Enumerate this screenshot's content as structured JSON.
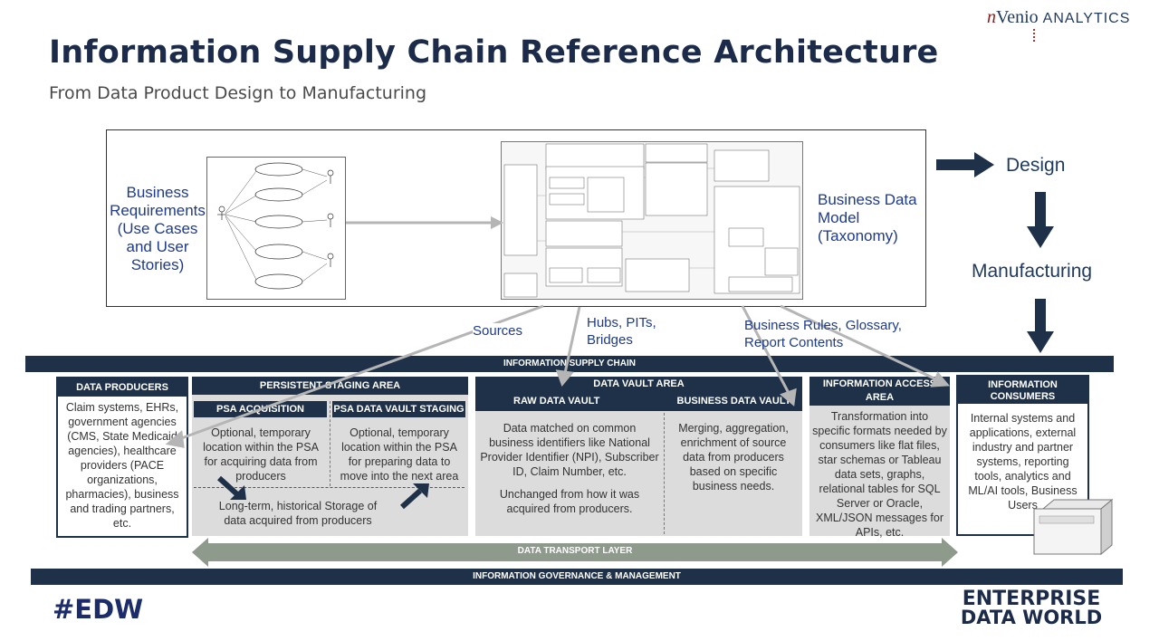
{
  "brand": {
    "prefix": "n",
    "name": "Venio",
    "suffix": "Analytics"
  },
  "title": "Information Supply Chain Reference Architecture",
  "subtitle": "From Data Product Design to Manufacturing",
  "diagram": {
    "business_requirements": [
      "Business",
      "Requirements",
      "(Use Cases",
      "and User",
      "Stories)"
    ],
    "business_data_model": [
      "Business Data",
      "Model",
      "(Taxonomy)"
    ],
    "flow_right": {
      "design": "Design",
      "manufacturing": "Manufacturing"
    },
    "arrow_labels": {
      "sources": "Sources",
      "hubs": [
        "Hubs, PITs,",
        "Bridges"
      ],
      "rules": [
        "Business Rules, Glossary,",
        "Report Contents"
      ]
    }
  },
  "bars": {
    "supply_chain": "INFORMATION  SUPPLY CHAIN",
    "transport": "DATA TRANSPORT LAYER",
    "governance": "INFORMATION GOVERNANCE & MANAGEMENT"
  },
  "producers": {
    "header": "DATA PRODUCERS",
    "text": "Claim systems, EHRs, government agencies (CMS, State Medicaid agencies), healthcare providers (PACE organizations, pharmacies), business and trading partners, etc."
  },
  "psa": {
    "header": "PERSISTENT STAGING AREA",
    "acq_header": "PSA ACQUISITION",
    "acq_text": "Optional, temporary location within the PSA for acquiring data from producers",
    "dv_header": "PSA DATA VAULT STAGING",
    "dv_text": "Optional, temporary location within the PSA for preparing data to move into the next area",
    "bottom_text": "Long-term, historical Storage of data acquired from producers"
  },
  "dva": {
    "header": "DATA VAULT AREA",
    "raw_header": "RAW DATA VAULT",
    "raw_text1": "Data matched on common business identifiers like National Provider Identifier (NPI), Subscriber ID, Claim Number, etc.",
    "raw_text2": "Unchanged from how it was acquired from producers.",
    "bus_header": "BUSINESS  DATA VAULT",
    "bus_text": "Merging, aggregation, enrichment of source data from producers based on specific business needs."
  },
  "access": {
    "header": "INFORMATION ACCESS AREA",
    "text": "Transformation into specific formats needed by consumers like flat files, star schemas or Tableau data sets, graphs, relational tables for SQL Server or Oracle, XML/JSON messages for APIs, etc."
  },
  "consumers": {
    "header": "INFORMATION CONSUMERS",
    "text": "Internal systems and applications, external industry and partner systems, reporting tools, analytics and ML/AI tools, Business Users"
  },
  "footer": {
    "hashtag": "#EDW",
    "event_line1": "ENTERPRISE",
    "event_line2": "DATA WORLD"
  },
  "colors": {
    "navy": "#1e3149",
    "panel": "#dcdcdc",
    "label_blue": "#1e3b8c",
    "gray_arrow": "#b5b5b5"
  }
}
